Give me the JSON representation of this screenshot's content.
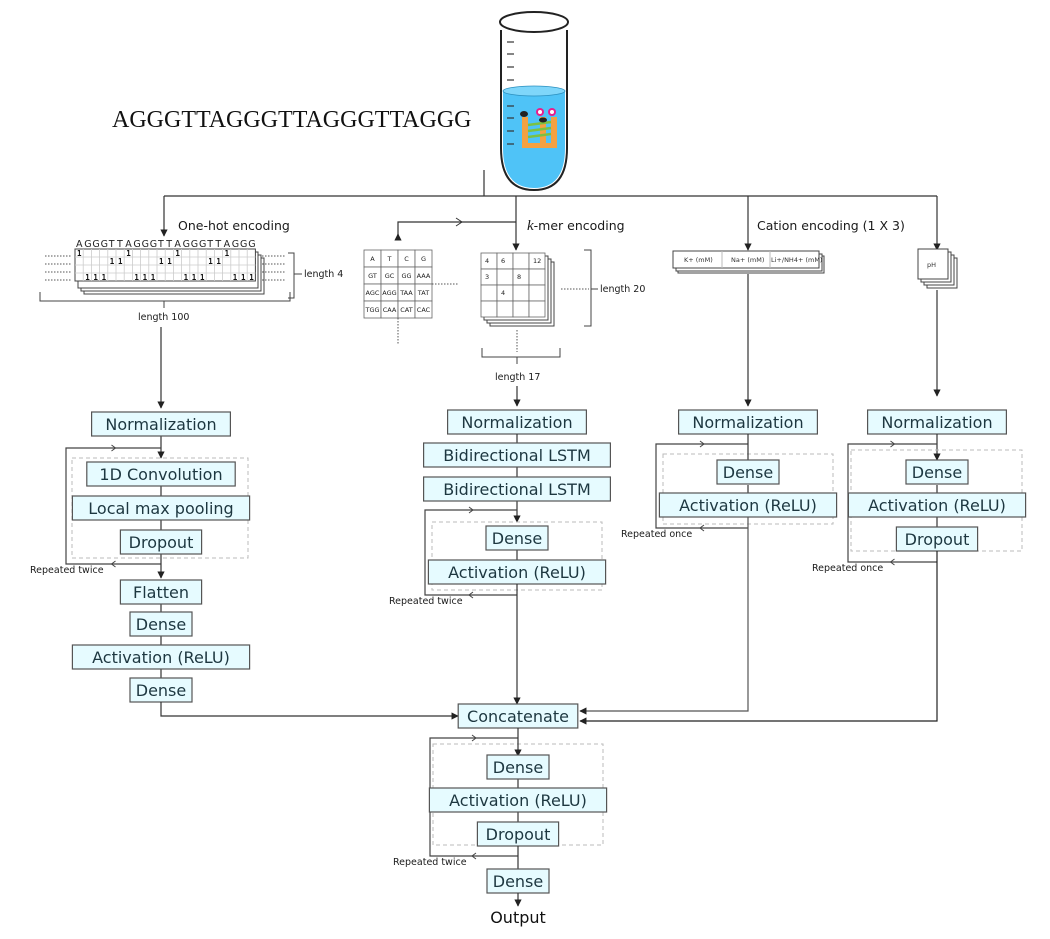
{
  "sequence": "AGGGTTAGGGTTAGGGTTAGGG",
  "colors": {
    "layer_fill": "#e6fbff",
    "layer_stroke": "#555555",
    "liquid": "#4fc3f7",
    "text": "#1d3740"
  },
  "encodings": {
    "onehot": {
      "label": "One-hot encoding",
      "rows": 4,
      "length_rows_label": "length 4",
      "length_cols_label": "length 100",
      "one_positions": [
        [
          0,
          6,
          12,
          18
        ],
        [
          4,
          5,
          10,
          11,
          16,
          17
        ],
        [],
        [
          1,
          2,
          3,
          7,
          8,
          9,
          13,
          14,
          15,
          19,
          20,
          21
        ]
      ]
    },
    "kmer": {
      "label_italic": "k",
      "label_rest": "-mer encoding",
      "vocab_table": [
        [
          "A",
          "T",
          "C",
          "G"
        ],
        [
          "GT",
          "GC",
          "GG",
          "AAA"
        ],
        [
          "AGC",
          "AGG",
          "TAA",
          "TAT"
        ],
        [
          "TGG",
          "CAA",
          "CAT",
          "CAC"
        ]
      ],
      "count_table": [
        [
          "4",
          "6",
          "",
          "12"
        ],
        [
          "3",
          "",
          "8",
          ""
        ],
        [
          "",
          "4",
          "",
          ""
        ],
        [
          "",
          "",
          "",
          ""
        ]
      ],
      "length_rows_label": "length 20",
      "length_cols_label": "length 17"
    },
    "cation": {
      "label": "Cation encoding (1 X 3)",
      "fields": [
        "K+ (mM)",
        "Na+ (mM)",
        "Li+/NH4+ (mM)"
      ]
    },
    "ph": {
      "label": "pH"
    }
  },
  "branches": {
    "onehot": {
      "normalization": "Normalization",
      "loop_layers": [
        "1D Convolution",
        "Local max pooling",
        "Dropout"
      ],
      "repeat_label": "Repeated twice",
      "post_layers": [
        "Flatten",
        "Dense",
        "Activation (ReLU)",
        "Dense"
      ]
    },
    "kmer": {
      "normalization": "Normalization",
      "pre_layers": [
        "Bidirectional LSTM",
        "Bidirectional LSTM"
      ],
      "loop_layers": [
        "Dense",
        "Activation (ReLU)"
      ],
      "repeat_label": "Repeated twice"
    },
    "cation": {
      "normalization": "Normalization",
      "loop_layers": [
        "Dense",
        "Activation (ReLU)"
      ],
      "repeat_label": "Repeated once"
    },
    "ph": {
      "normalization": "Normalization",
      "loop_layers": [
        "Dense",
        "Activation (ReLU)",
        "Dropout"
      ],
      "repeat_label": "Repeated once"
    }
  },
  "merge": {
    "concatenate": "Concatenate",
    "loop_layers": [
      "Dense",
      "Activation (ReLU)",
      "Dropout"
    ],
    "repeat_label": "Repeated twice",
    "final_layer": "Dense",
    "output": "Output"
  }
}
